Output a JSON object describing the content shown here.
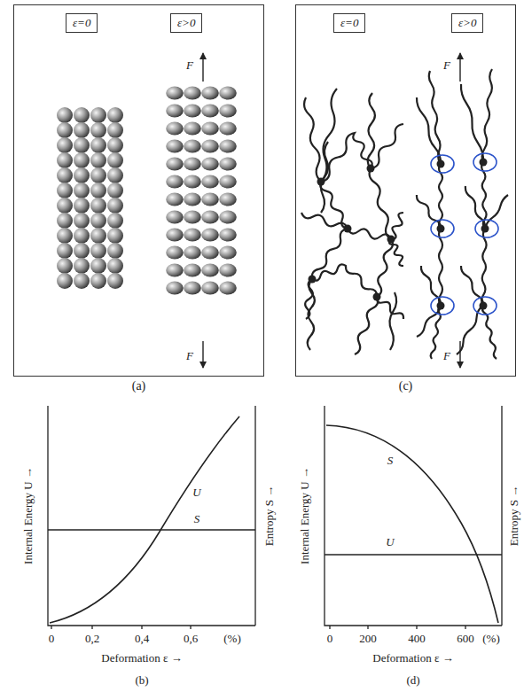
{
  "diagram": {
    "nodes": [
      {
        "text": [
          "(a)"
        ]
      },
      {
        "text": [
          "ε=0"
        ],
        "in": 0
      },
      {
        "text": [
          "ε>0"
        ],
        "in": 0
      },
      {
        "text": [
          "(c)"
        ]
      },
      {
        "text": [
          "ε=0"
        ],
        "in": 3
      },
      {
        "text": [
          "ε>0"
        ],
        "in": 3
      }
    ],
    "labels": [
      "F",
      "F",
      "F",
      "F",
      "Internal Energy U →",
      "U",
      "S",
      "Entropy S →",
      "0",
      "0,2",
      "0,4",
      "0,6",
      "(%)",
      "Deformation ε →",
      "(b)",
      "Internal Energy U →",
      "S",
      "U",
      "Entropy S →",
      "0",
      "200",
      "400",
      "600",
      "(%)",
      "Deformation ε →",
      "(d)"
    ]
  }
}
